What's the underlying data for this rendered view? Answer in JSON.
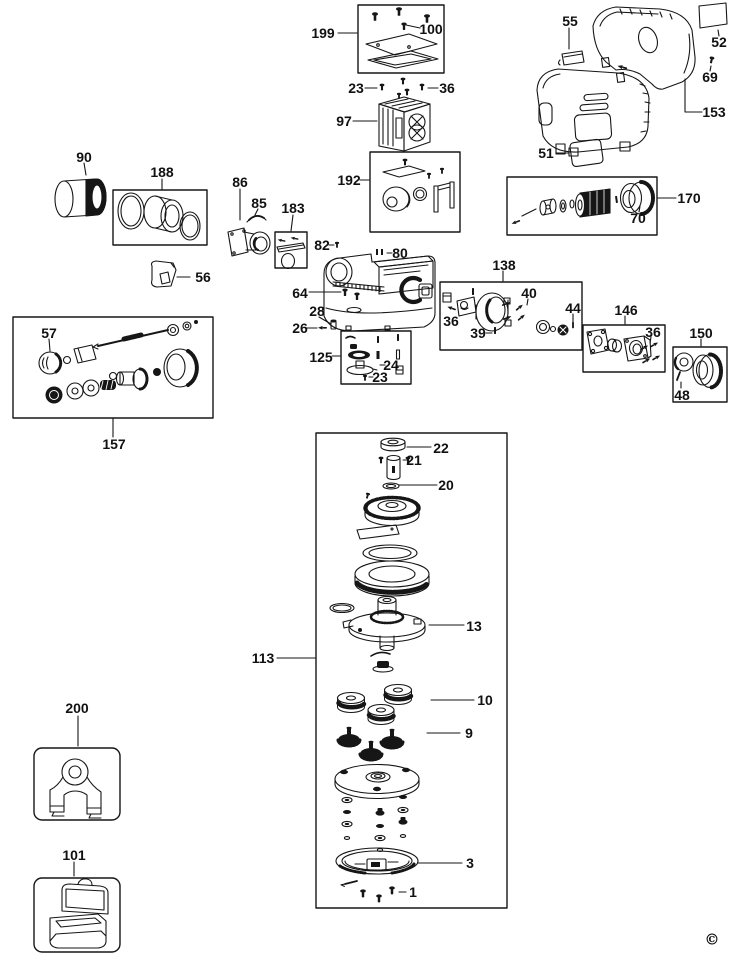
{
  "diagram": {
    "copyright": "©",
    "callouts": {
      "c199": "199",
      "c100": "100",
      "c23_top": "23",
      "c36_top": "36",
      "c97": "97",
      "c192": "192",
      "c55": "55",
      "c52": "52",
      "c69": "69",
      "c153": "153",
      "c51": "51",
      "c170": "170",
      "c70": "70",
      "c90": "90",
      "c188": "188",
      "c86": "86",
      "c85": "85",
      "c183": "183",
      "c56": "56",
      "c82": "82",
      "c80": "80",
      "c64": "64",
      "c28": "28",
      "c26": "26",
      "c125": "125",
      "c24": "24",
      "c23_box125": "23",
      "c138": "138",
      "c36_box138": "36",
      "c40": "40",
      "c39": "39",
      "c44": "44",
      "c146": "146",
      "c36_box146": "36",
      "c150": "150",
      "c48": "48",
      "c57": "57",
      "c157": "157",
      "c113": "113",
      "c22": "22",
      "c21": "21",
      "c20": "20",
      "c13": "13",
      "c10": "10",
      "c9": "9",
      "c3": "3",
      "c1": "1",
      "c200": "200",
      "c101": "101"
    }
  }
}
